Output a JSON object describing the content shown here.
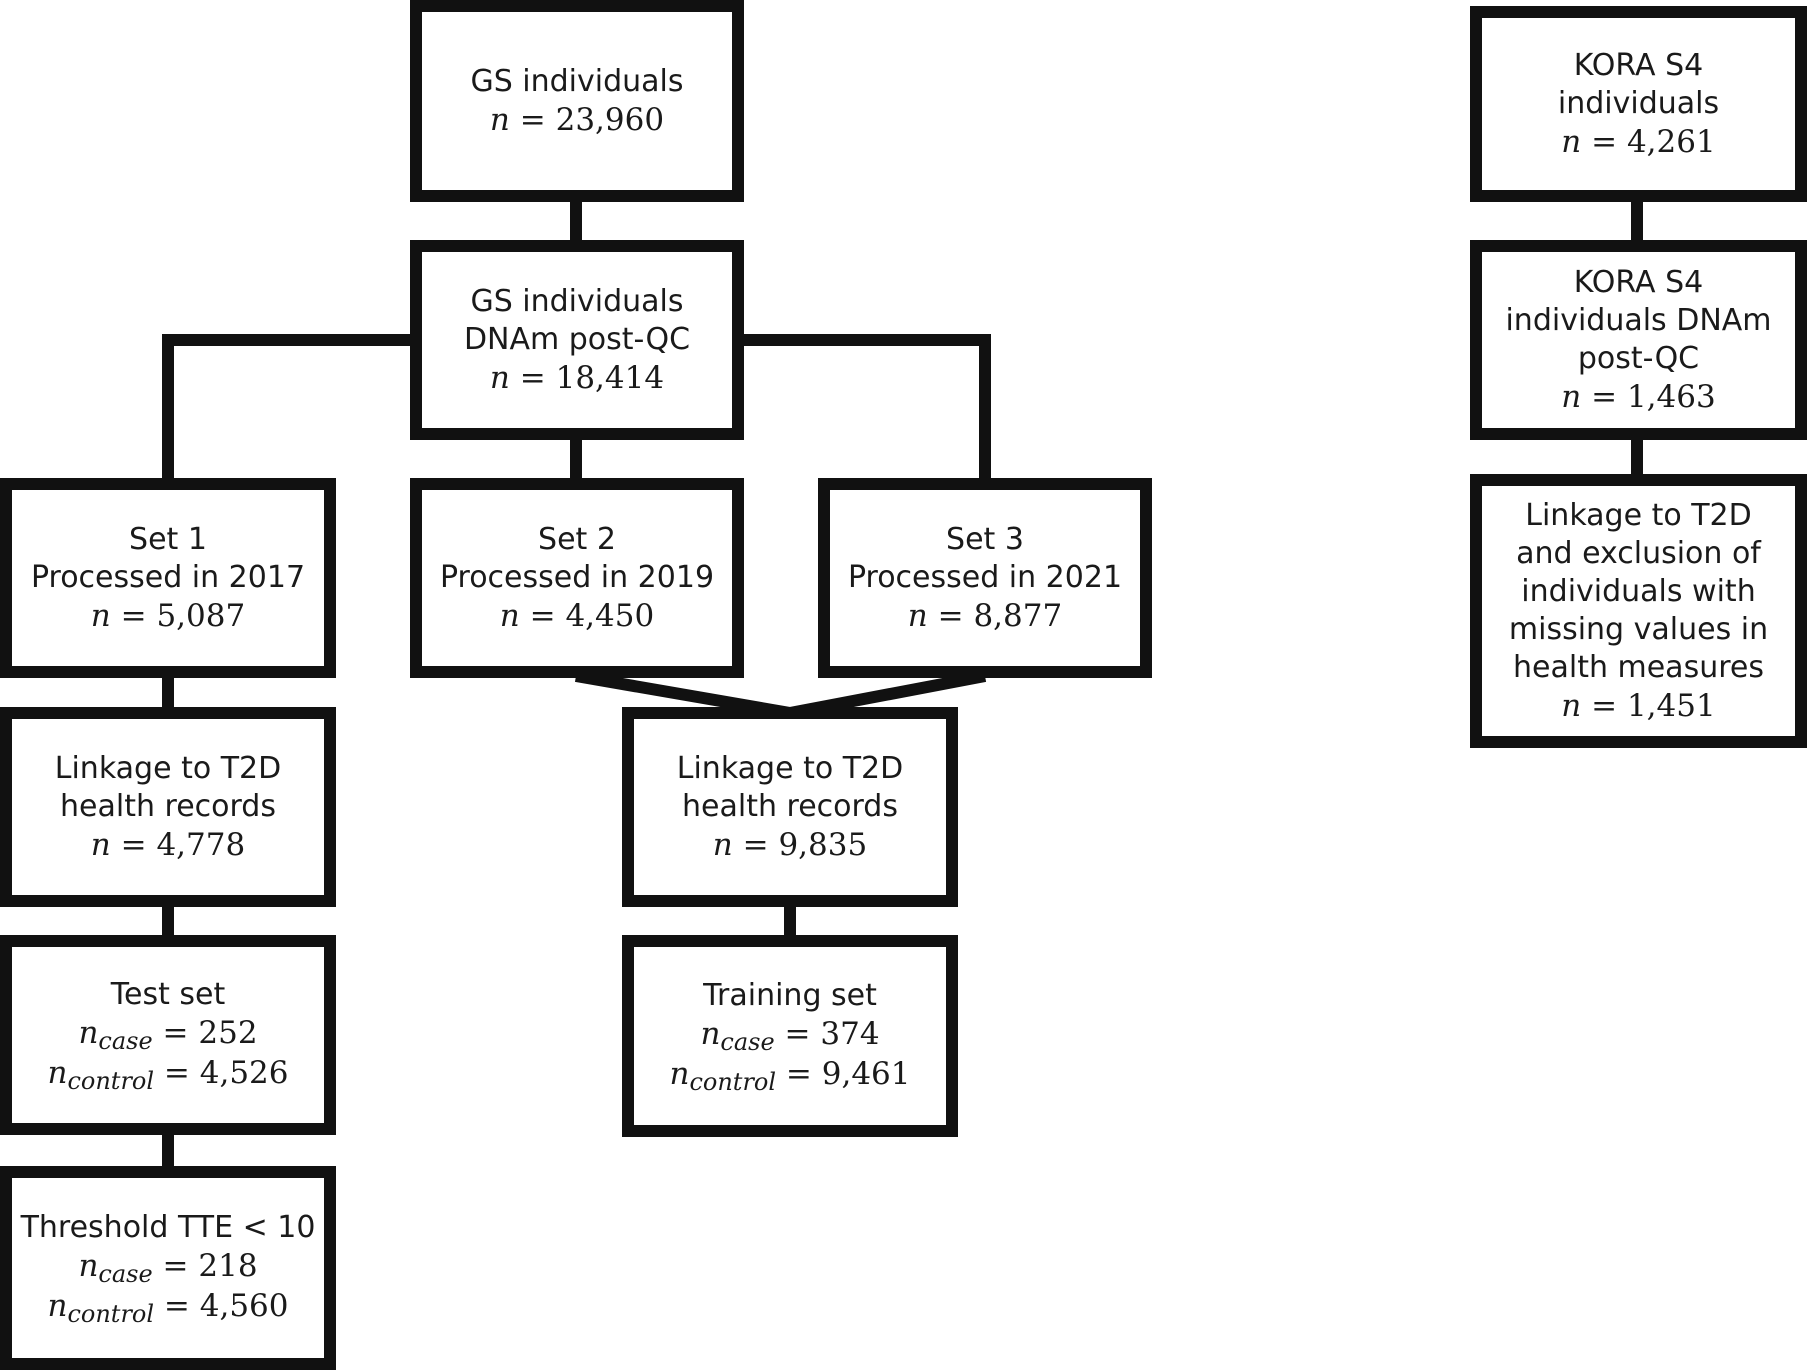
{
  "nodes": {
    "gs_all": {
      "title": "GS individuals",
      "count": "23,960"
    },
    "gs_qc": {
      "line1": "GS individuals",
      "line2": "DNAm post-QC",
      "count": "18,414"
    },
    "set1": {
      "line1": "Set 1",
      "line2": "Processed in 2017",
      "count": "5,087"
    },
    "set2": {
      "line1": "Set 2",
      "line2": "Processed in 2019",
      "count": "4,450"
    },
    "set3": {
      "line1": "Set 3",
      "line2": "Processed in 2021",
      "count": "8,877"
    },
    "link_left": {
      "line1": "Linkage to T2D",
      "line2": "health records",
      "count": "4,778"
    },
    "link_mid": {
      "line1": "Linkage to T2D",
      "line2": "health records",
      "count": "9,835"
    },
    "test": {
      "title": "Test set",
      "case": "252",
      "control": "4,526"
    },
    "training": {
      "title": "Training set",
      "case": "374",
      "control": "9,461"
    },
    "threshold": {
      "title": "Threshold TTE < 10",
      "case": "218",
      "control": "4,560"
    },
    "kora_all": {
      "line1": "KORA S4",
      "line2": "individuals",
      "count": "4,261"
    },
    "kora_qc": {
      "line1": "KORA S4",
      "line2": "individuals DNAm",
      "line3": "post-QC",
      "count": "1,463"
    },
    "kora_link": {
      "line1": "Linkage to T2D",
      "line2": "and exclusion of",
      "line3": "individuals with",
      "line4": "missing values in",
      "line5": "health measures",
      "count": "1,451"
    }
  },
  "symbols": {
    "n": "n",
    "equals": "=",
    "case_sub": "case",
    "control_sub": "control"
  }
}
